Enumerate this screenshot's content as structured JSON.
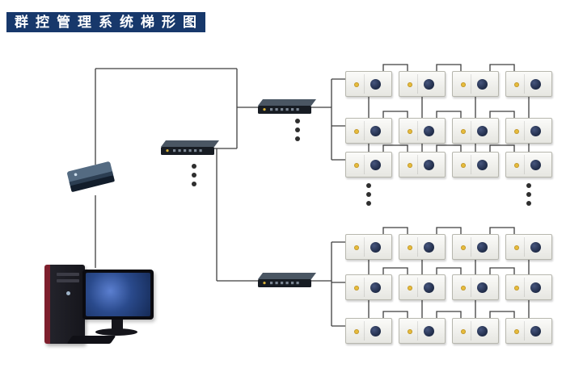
{
  "title": "群控管理系统梯形图",
  "colors": {
    "background": "#ffffff",
    "title_bg": "#17386b",
    "title_text": "#ffffff",
    "line": "#3f3f3f",
    "device_body_light": "#fbfbf9",
    "device_body_dark": "#e6e6e1",
    "device_border": "#b7b7ae",
    "device_knob": "#1f2b47",
    "device_led": "#e8bc3c",
    "switch_front": "#171c23",
    "switch_top": "#4a5663",
    "switch_ports": "#7c8794",
    "router_top": "#546b82",
    "router_front": "#121d2b",
    "screen_blue": "#2a4a8c",
    "tower_accent": "#7e1f2d",
    "dot": "#2e2e2e"
  },
  "diagram": {
    "nodes": [
      {
        "name": "management-computer",
        "type": "computer"
      },
      {
        "name": "router",
        "type": "router"
      },
      {
        "name": "switch-1",
        "type": "switch"
      },
      {
        "name": "switch-2",
        "type": "switch"
      },
      {
        "name": "switch-3",
        "type": "switch"
      }
    ],
    "device_groups": [
      {
        "name": "device-group-top",
        "rows": 3,
        "cols": 4
      },
      {
        "name": "device-group-bottom",
        "rows": 3,
        "cols": 4
      }
    ],
    "ellipsis_columns": 4
  }
}
